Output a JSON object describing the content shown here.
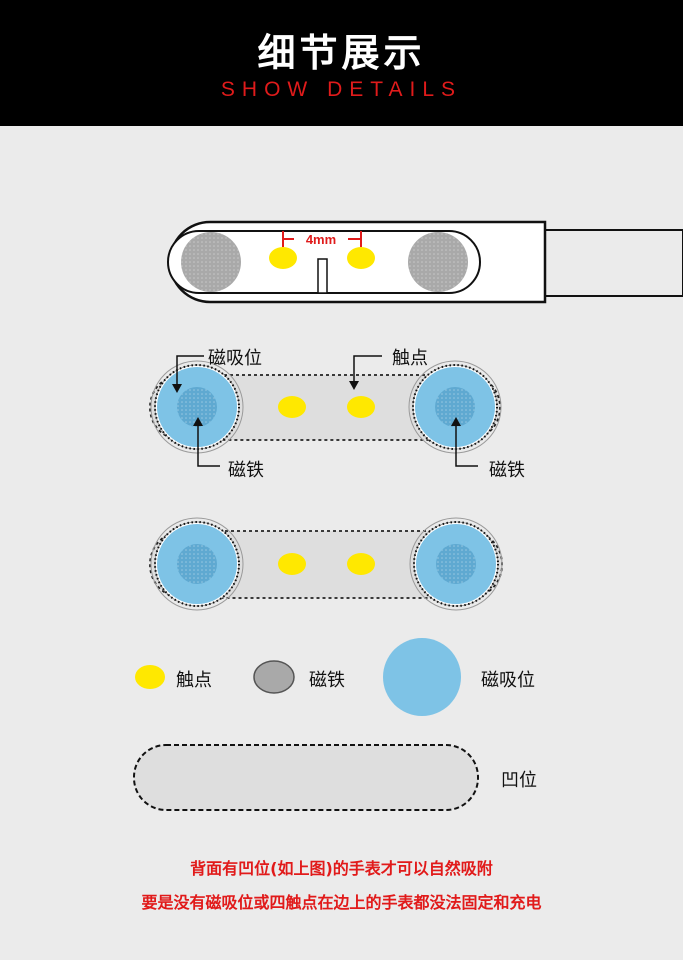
{
  "header": {
    "title_cn": "细节展示",
    "title_en": "SHOW DETAILS"
  },
  "diagram": {
    "dimension_label": "4mm",
    "callouts": {
      "magnet_zone_top": "磁吸位",
      "contact_top": "触点",
      "magnet_left": "磁铁",
      "magnet_right": "磁铁"
    }
  },
  "legend": {
    "contact": "触点",
    "magnet": "磁铁",
    "magnet_zone": "磁吸位",
    "recess": "凹位"
  },
  "notes": {
    "line1": "背面有凹位(如上图)的手表才可以自然吸附",
    "line2": "要是没有磁吸位或四触点在边上的手表都没法固定和充电"
  },
  "colors": {
    "contact_yellow": "#ffe800",
    "magnet_gray": "#a9a9a9",
    "magnet_zone_blue": "#7ec3e6",
    "accent_red": "#e01b1b"
  }
}
